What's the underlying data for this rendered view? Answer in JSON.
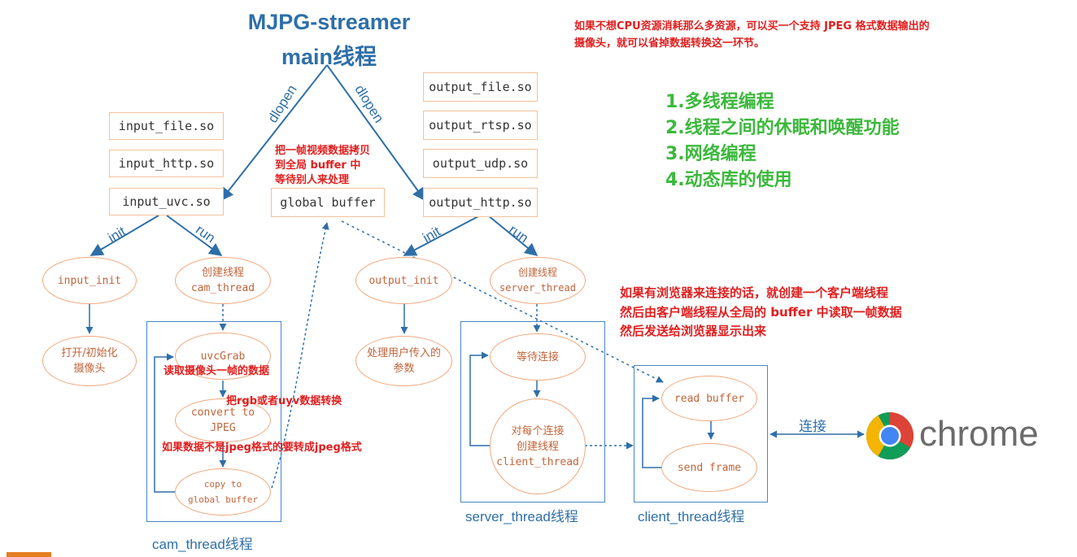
{
  "title": {
    "line1": "MJPG-streamer",
    "line2": "main线程"
  },
  "edge_labels": {
    "dlopen_left": "dlopen",
    "dlopen_right": "dlopen",
    "init_left": "init",
    "run_left": "run",
    "init_right": "init",
    "run_right": "run",
    "connect": "连接"
  },
  "inputs": [
    "input_file.so",
    "input_http.so",
    "input_uvc.so"
  ],
  "outputs": [
    "output_file.so",
    "output_rtsp.so",
    "output_udp.so",
    "output_http.so"
  ],
  "global_buffer": "global buffer",
  "global_buffer_note": [
    "把一帧视频数据拷贝",
    "到全局 buffer 中",
    "等待别人来处理"
  ],
  "input_nodes": {
    "input_init": "input_init",
    "create_cam": "创建线程\ncam_thread",
    "open_init": "打开/初始化\n摄像头",
    "uvcgrab": "uvcGrab",
    "convert": "convert to\nJPEG",
    "copy": "copy to\nglobal buffer"
  },
  "cam_notes": {
    "grab": "读取摄像头一帧的数据",
    "convert": "把rgb或者uyv数据转换",
    "jpeg": "如果数据不是jpeg格式的要转成jpeg格式"
  },
  "output_nodes": {
    "output_init": "output_init",
    "create_server": "创建线程\nserver_thread",
    "process_params": "处理用户传入的\n参数",
    "wait_conn": "等待连接",
    "create_client": "对每个连接\n创建线程\nclient_thread",
    "read_buffer": "read buffer",
    "send_frame": "send frame"
  },
  "frame_labels": {
    "cam": "cam_thread线程",
    "server": "server_thread线程",
    "client": "client_thread线程"
  },
  "top_note": [
    "如果不想CPU资源消耗那么多资源，可以买一个支持 JPEG 格式数据输出的",
    "摄像头，就可以省掉数据转换这一环节。"
  ],
  "topics": [
    "1.多线程编程",
    "2.线程之间的休眠和唤醒功能",
    "3.网络编程",
    "4.动态库的使用"
  ],
  "browser_note": [
    "如果有浏览器来连接的话，就创建一个客户端线程",
    "然后由客户端线程从全局的 buffer 中读取一帧数据",
    "然后发送给浏览器显示出来"
  ],
  "chrome": {
    "label": "chrome",
    "icon": "chrome-logo-icon"
  },
  "colors": {
    "title_blue": "#2e6fa8",
    "red_note": "#e01e1e",
    "green_topics": "#3cb83c",
    "node_orange": "#f0a87c",
    "accent_bar": "#e67e22"
  }
}
